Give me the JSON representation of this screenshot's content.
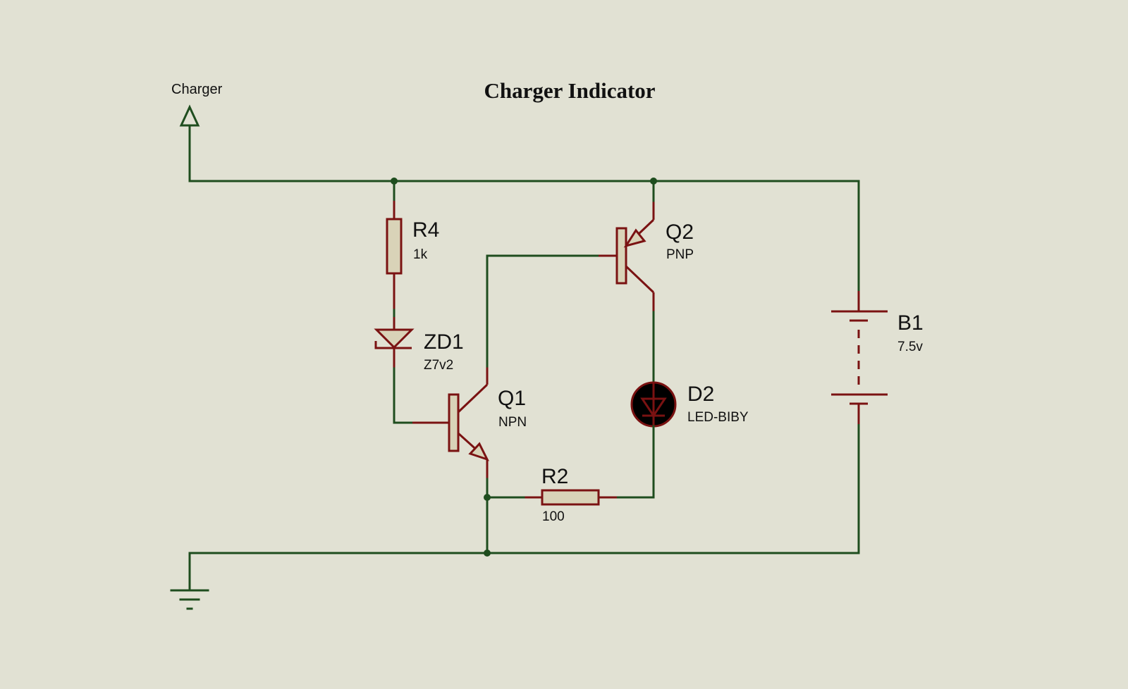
{
  "title": "Charger Indicator",
  "terminal": {
    "label": "Charger"
  },
  "components": {
    "r4": {
      "ref": "R4",
      "value": "1k"
    },
    "zd1": {
      "ref": "ZD1",
      "value": "Z7v2"
    },
    "q1": {
      "ref": "Q1",
      "value": "NPN"
    },
    "q2": {
      "ref": "Q2",
      "value": "PNP"
    },
    "d2": {
      "ref": "D2",
      "value": "LED-BIBY"
    },
    "r2": {
      "ref": "R2",
      "value": "100"
    },
    "b1": {
      "ref": "B1",
      "value": "7.5v"
    }
  },
  "colors": {
    "background": "#e1e1d3",
    "wire": "#1e4d1e",
    "component": "#7a1212",
    "component_body": "#d9d3b8",
    "led_on": "#000000"
  }
}
